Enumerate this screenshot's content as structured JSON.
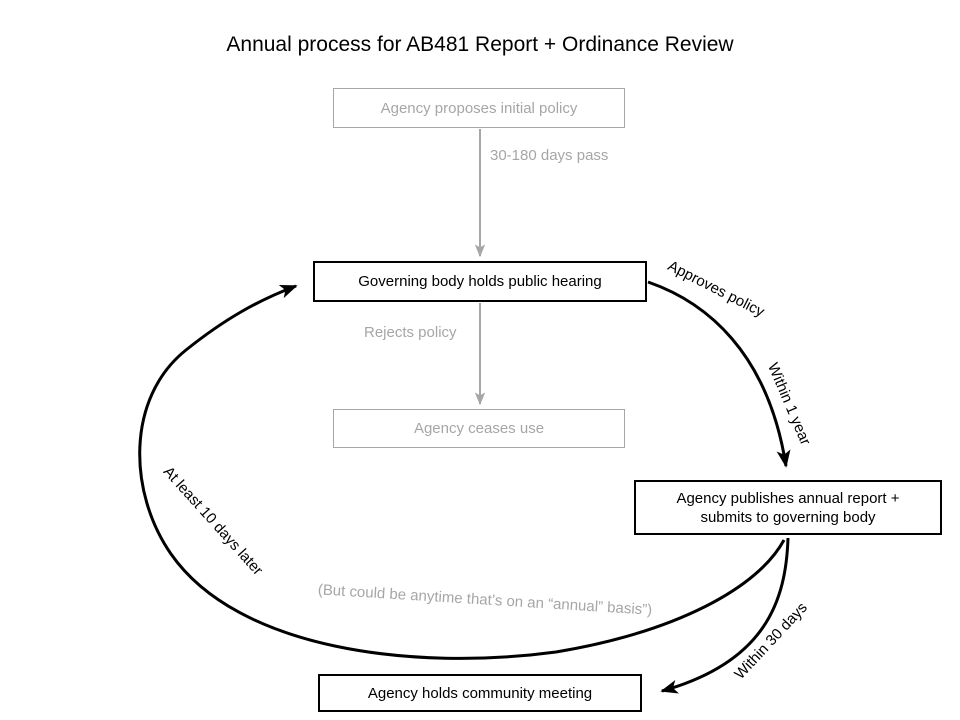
{
  "title": "Annual process for AB481 Report + Ordinance Review",
  "colors": {
    "muted_gray": "#a6a6a6",
    "primary_black": "#000000",
    "background": "#ffffff"
  },
  "nodes": {
    "propose": {
      "label": "Agency proposes initial policy"
    },
    "hearing": {
      "label": "Governing body holds public hearing"
    },
    "ceases": {
      "label": "Agency ceases use"
    },
    "report": {
      "lines": [
        "Agency publishes annual report +",
        "submits to governing body"
      ]
    },
    "meeting": {
      "label": "Agency holds community meeting"
    }
  },
  "edges": {
    "pass_days": "30-180 days pass",
    "rejects": "Rejects policy",
    "approves": "Approves policy",
    "within_1_year": "Within 1 year",
    "within_30_days": "Within 30 days",
    "at_least_10_days": "At least 10 days later",
    "annual_note": "(But could be anytime that’s on an “annual” basis”)"
  }
}
